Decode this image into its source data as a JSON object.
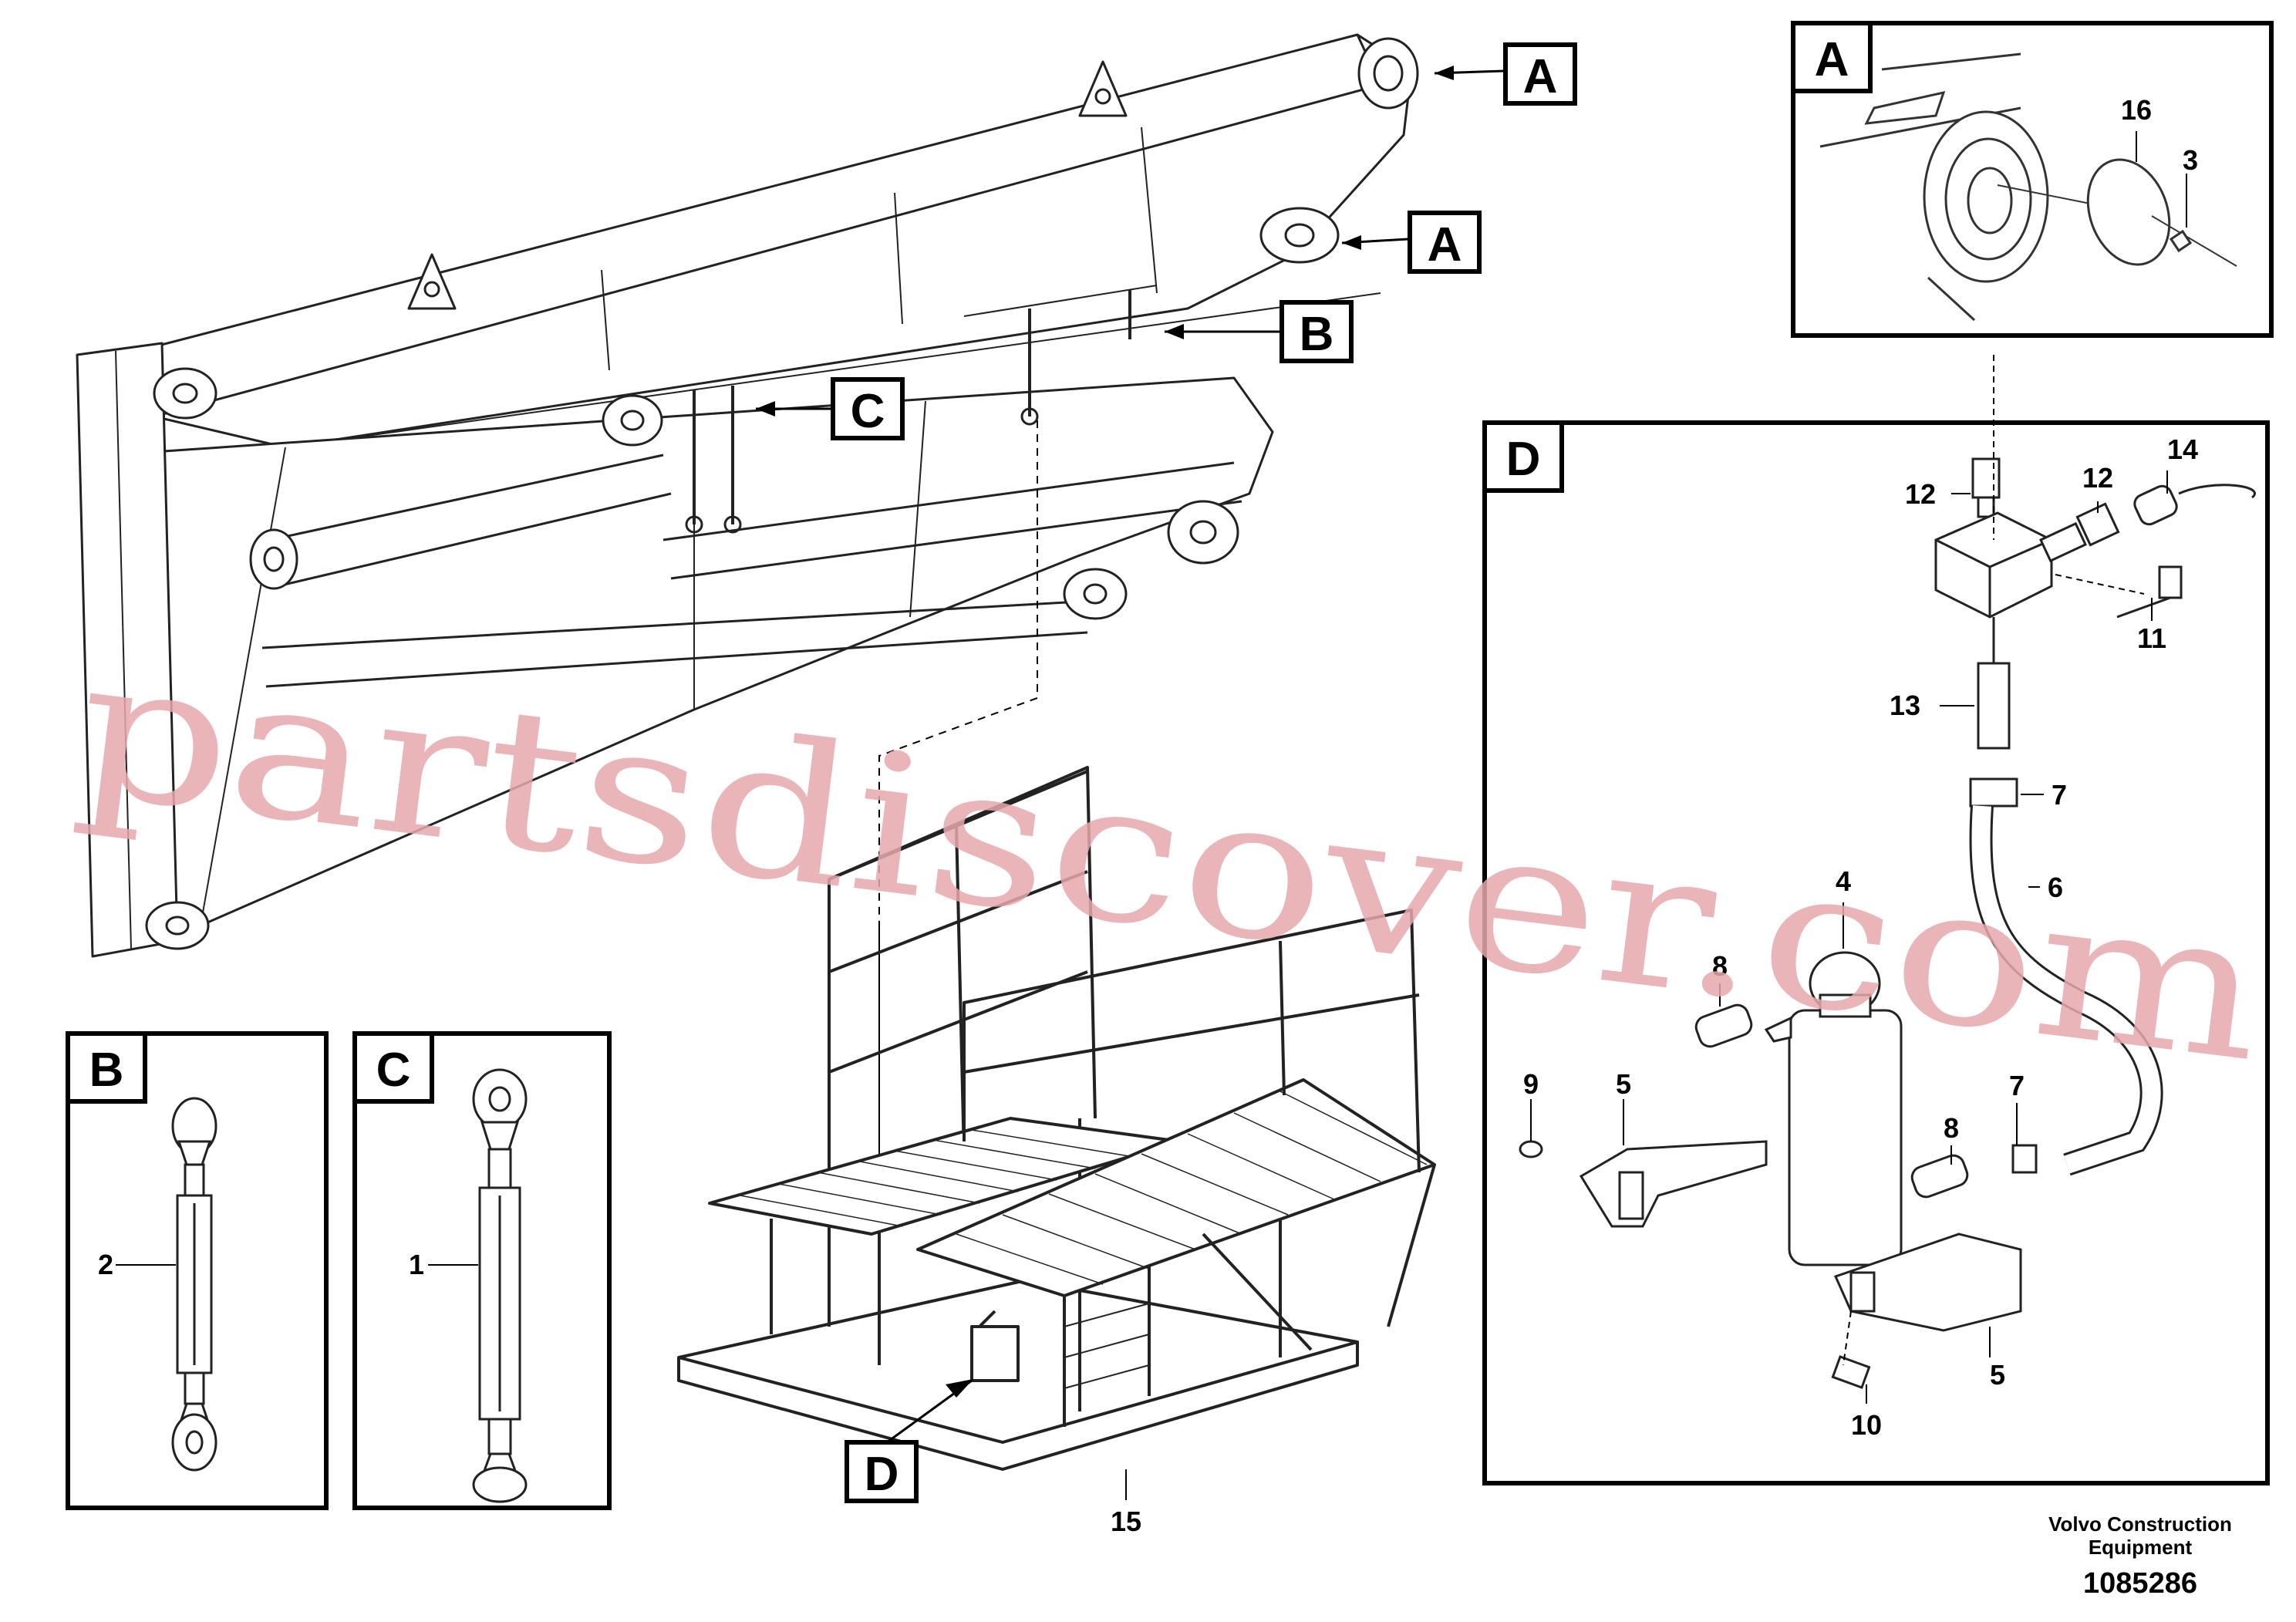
{
  "callouts": {
    "A": "A",
    "B": "B",
    "C": "C",
    "D": "D"
  },
  "part_numbers": {
    "p1": "1",
    "p2": "2",
    "p3": "3",
    "p4": "4",
    "p5a": "5",
    "p5b": "5",
    "p6": "6",
    "p7a": "7",
    "p7b": "7",
    "p8a": "8",
    "p8b": "8",
    "p9": "9",
    "p10": "10",
    "p11": "11",
    "p12a": "12",
    "p12b": "12",
    "p13": "13",
    "p14": "14",
    "p15": "15",
    "p16": "16"
  },
  "watermark": "partsdiscover.com",
  "footer": {
    "brand_line1": "Volvo Construction",
    "brand_line2": "Equipment",
    "drawing_id": "1085286"
  }
}
